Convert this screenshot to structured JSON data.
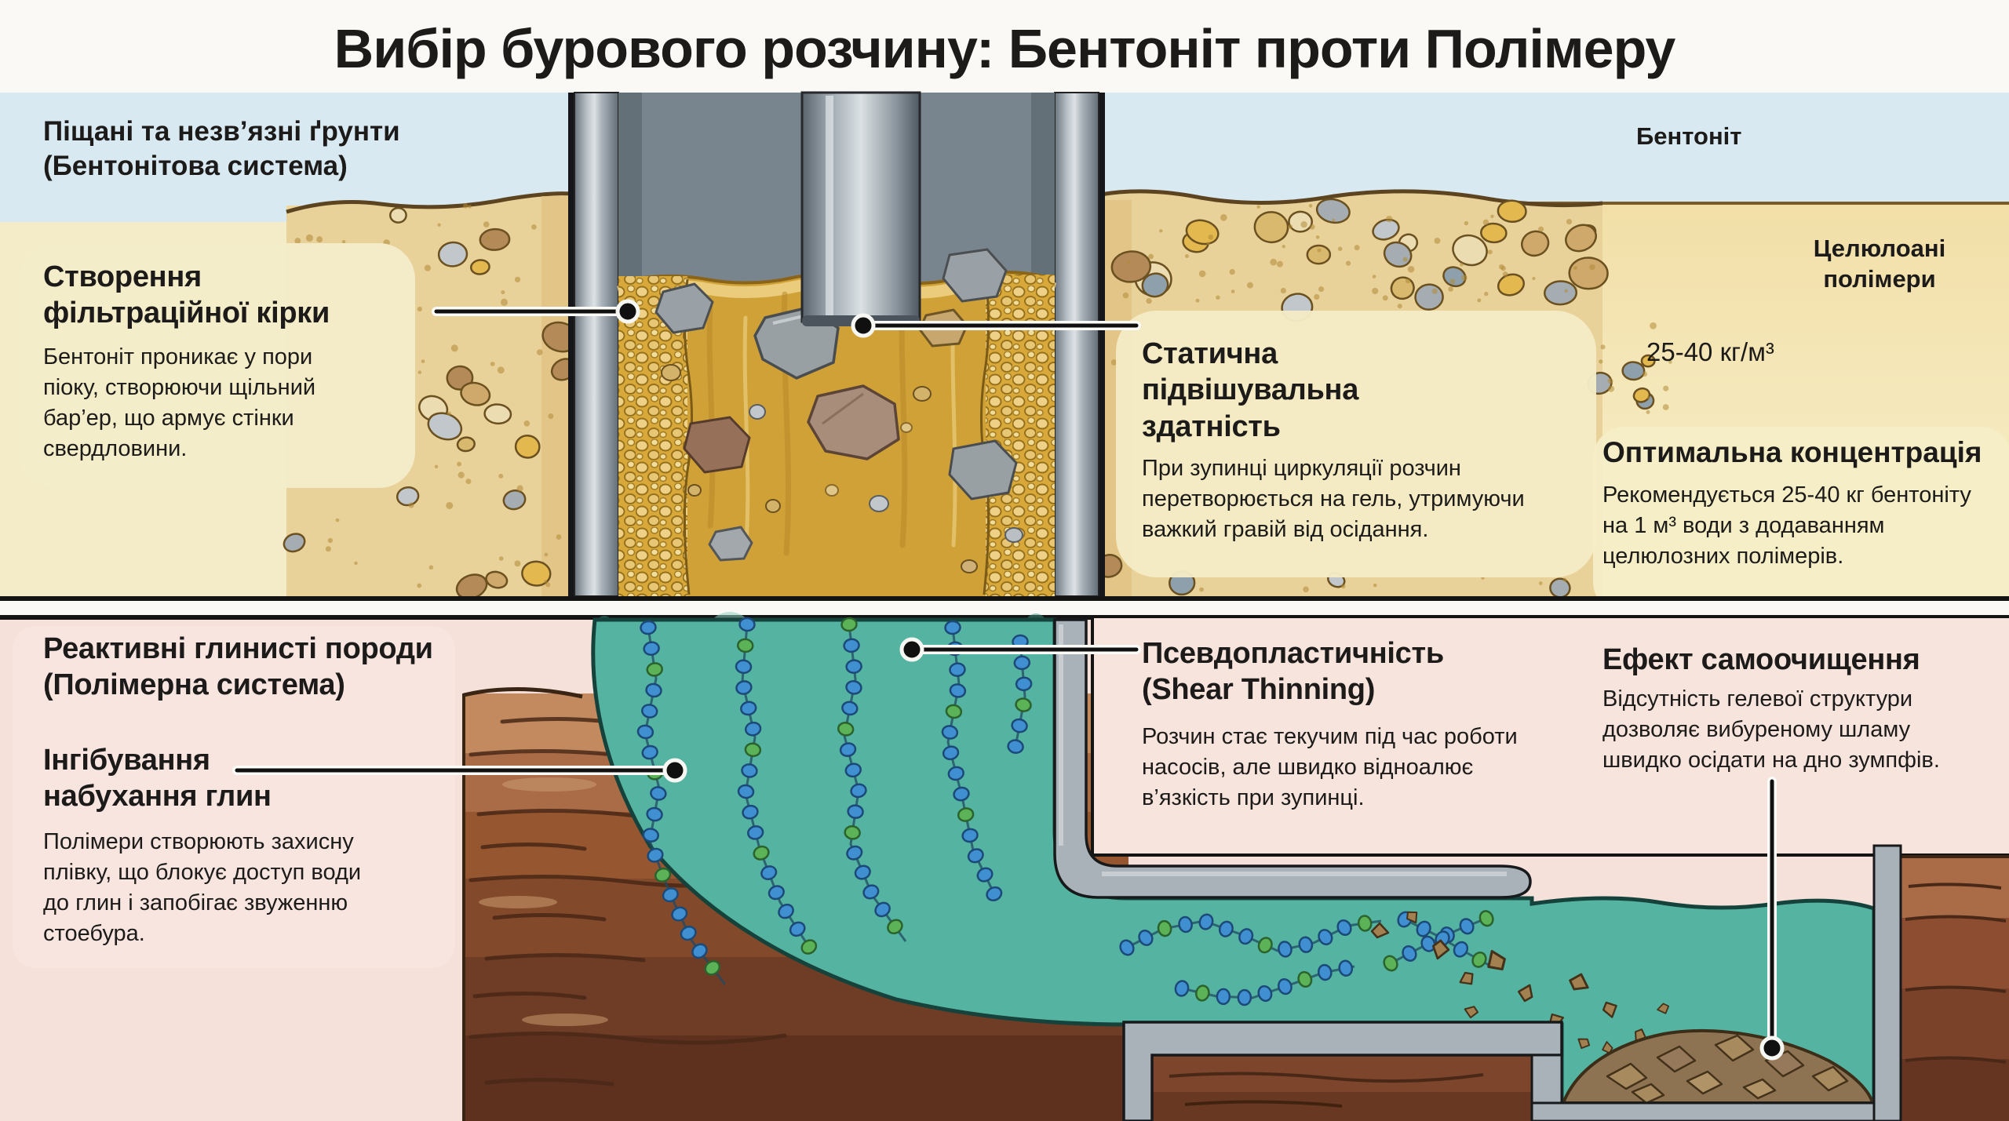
{
  "title": "Вибір бурового розчину: Бентоніт проти Полімеру",
  "colors": {
    "sky": "#d9e9f2",
    "sand": "#ecd8a0",
    "sand_flank": "#e9d19a",
    "cream_zone": "#f4ecc9",
    "right_zone_top": "#f2dfa7",
    "right_zone_bottom": "#f7f0cd",
    "mud": "#d0a136",
    "filter_cake": "#d8a83a",
    "casing_gray": "#a9b2b9",
    "pink": "#f6e1da",
    "pink_box": "#f7e4dd",
    "teal": "#54b4a1",
    "teal_deep": "#2f8d7d",
    "strata_brown": "#95562f",
    "polymer_blue": "#3f8fd1",
    "polymer_green": "#5cb257",
    "outline_dark": "#15433c",
    "text": "#1c1b19"
  },
  "upper": {
    "zone_label": "Піщані та незв’язні ґрунти\n(Бентонітова система)",
    "filter_cake": {
      "heading": "Створення\nфільтраційної кірки",
      "body": "Бентоніт проникає у пори\nпіоку, створюючи щільний\nбар’ер, що армує стінки\nсвердловини."
    },
    "suspension": {
      "heading": "Статична\nпідвішувальна\nздатність",
      "body": "При зупинці циркуляції розчин\nперетворюється на гель, утримуючи\nважкий гравій від осідання."
    },
    "bentonite_label": "Бентоніт",
    "cellulose_label": "Целюлоані\nполімери",
    "dosage": "25-40 кг/м³",
    "optimal": {
      "heading": "Оптимальна концентрація",
      "body": "Рекомендується 25-40 кг бентоніту\nна 1 м³ води з додаванням\nцелюлозних полімерів."
    }
  },
  "lower": {
    "zone_label": "Реактивні глинисті породи\n(Полімерна система)",
    "inhibition": {
      "heading": "Інгібування\nнабухання глин",
      "body": "Полімери створюють захисну\nплівку, що блокує доступ води\nдо глин і запобігає звуженню\nстоебура."
    },
    "shear": {
      "heading": "Псевдопластичність\n(Shear Thinning)",
      "body": "Розчин стає текучим під час роботи\nнасосів, але швидко відноалює\nв’язкість при зупинці."
    },
    "self_cleaning": {
      "heading": "Ефект самоочищення",
      "body": "Відсутність гелевої структури\nдозволяє вибуреному шламу\nшвидко осідати на дно зумпфів."
    }
  }
}
